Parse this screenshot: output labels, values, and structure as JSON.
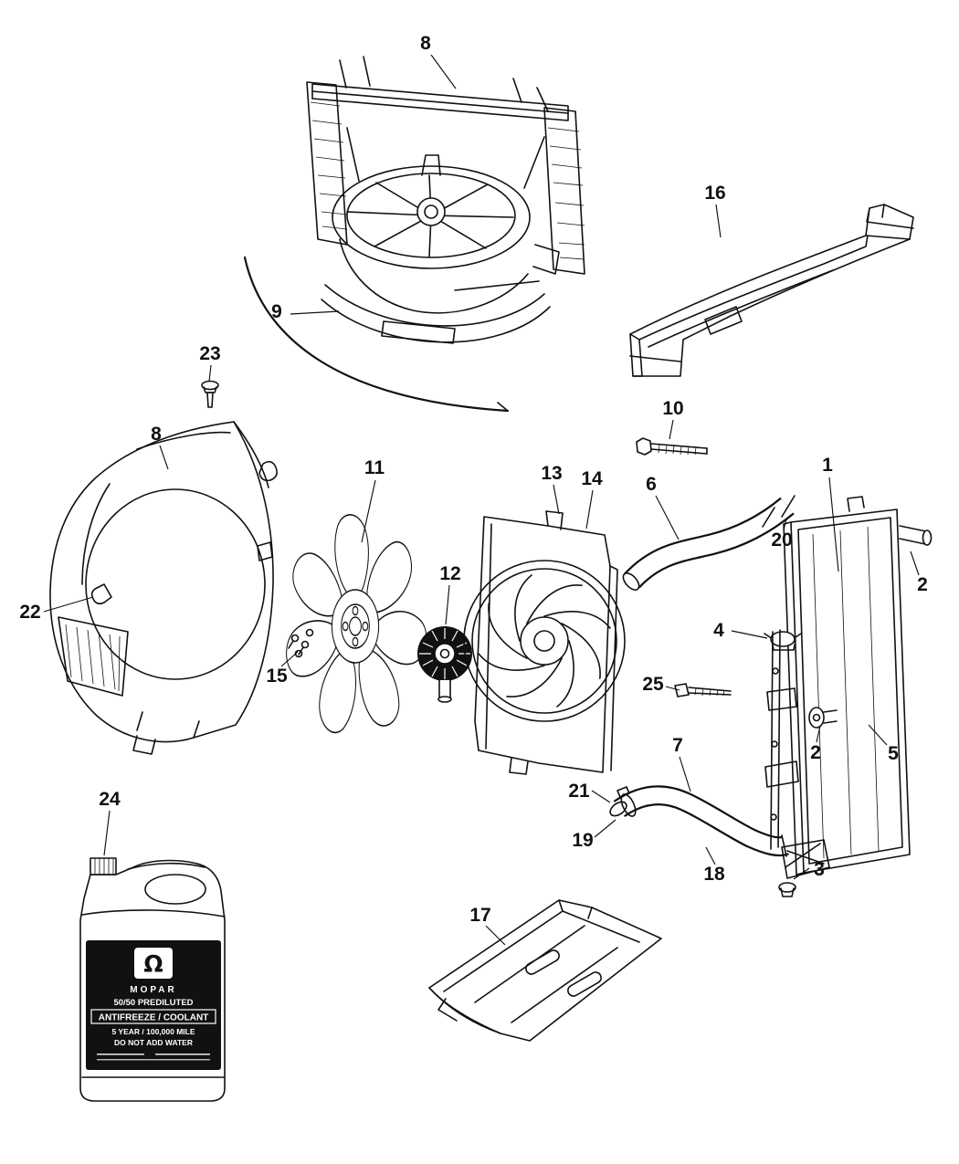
{
  "diagram": {
    "background": "#ffffff",
    "line_color": "#111111"
  },
  "callouts": [
    {
      "label": "8"
    },
    {
      "label": "16"
    },
    {
      "label": "9"
    },
    {
      "label": "23"
    },
    {
      "label": "10"
    },
    {
      "label": "8"
    },
    {
      "label": "11"
    },
    {
      "label": "1"
    },
    {
      "label": "13"
    },
    {
      "label": "14"
    },
    {
      "label": "6"
    },
    {
      "label": "20"
    },
    {
      "label": "12"
    },
    {
      "label": "2"
    },
    {
      "label": "22"
    },
    {
      "label": "4"
    },
    {
      "label": "15"
    },
    {
      "label": "25"
    },
    {
      "label": "7"
    },
    {
      "label": "2"
    },
    {
      "label": "5"
    },
    {
      "label": "21"
    },
    {
      "label": "24"
    },
    {
      "label": "19"
    },
    {
      "label": "3"
    },
    {
      "label": "18"
    },
    {
      "label": "17"
    }
  ],
  "jug_label": {
    "logo_glyph": "Ω",
    "brand": "MOPAR",
    "line1": "50/50 PREDILUTED",
    "line2": "ANTIFREEZE / COOLANT",
    "line3": "5 YEAR / 100,000 MILE",
    "line4": "DO NOT ADD WATER"
  }
}
